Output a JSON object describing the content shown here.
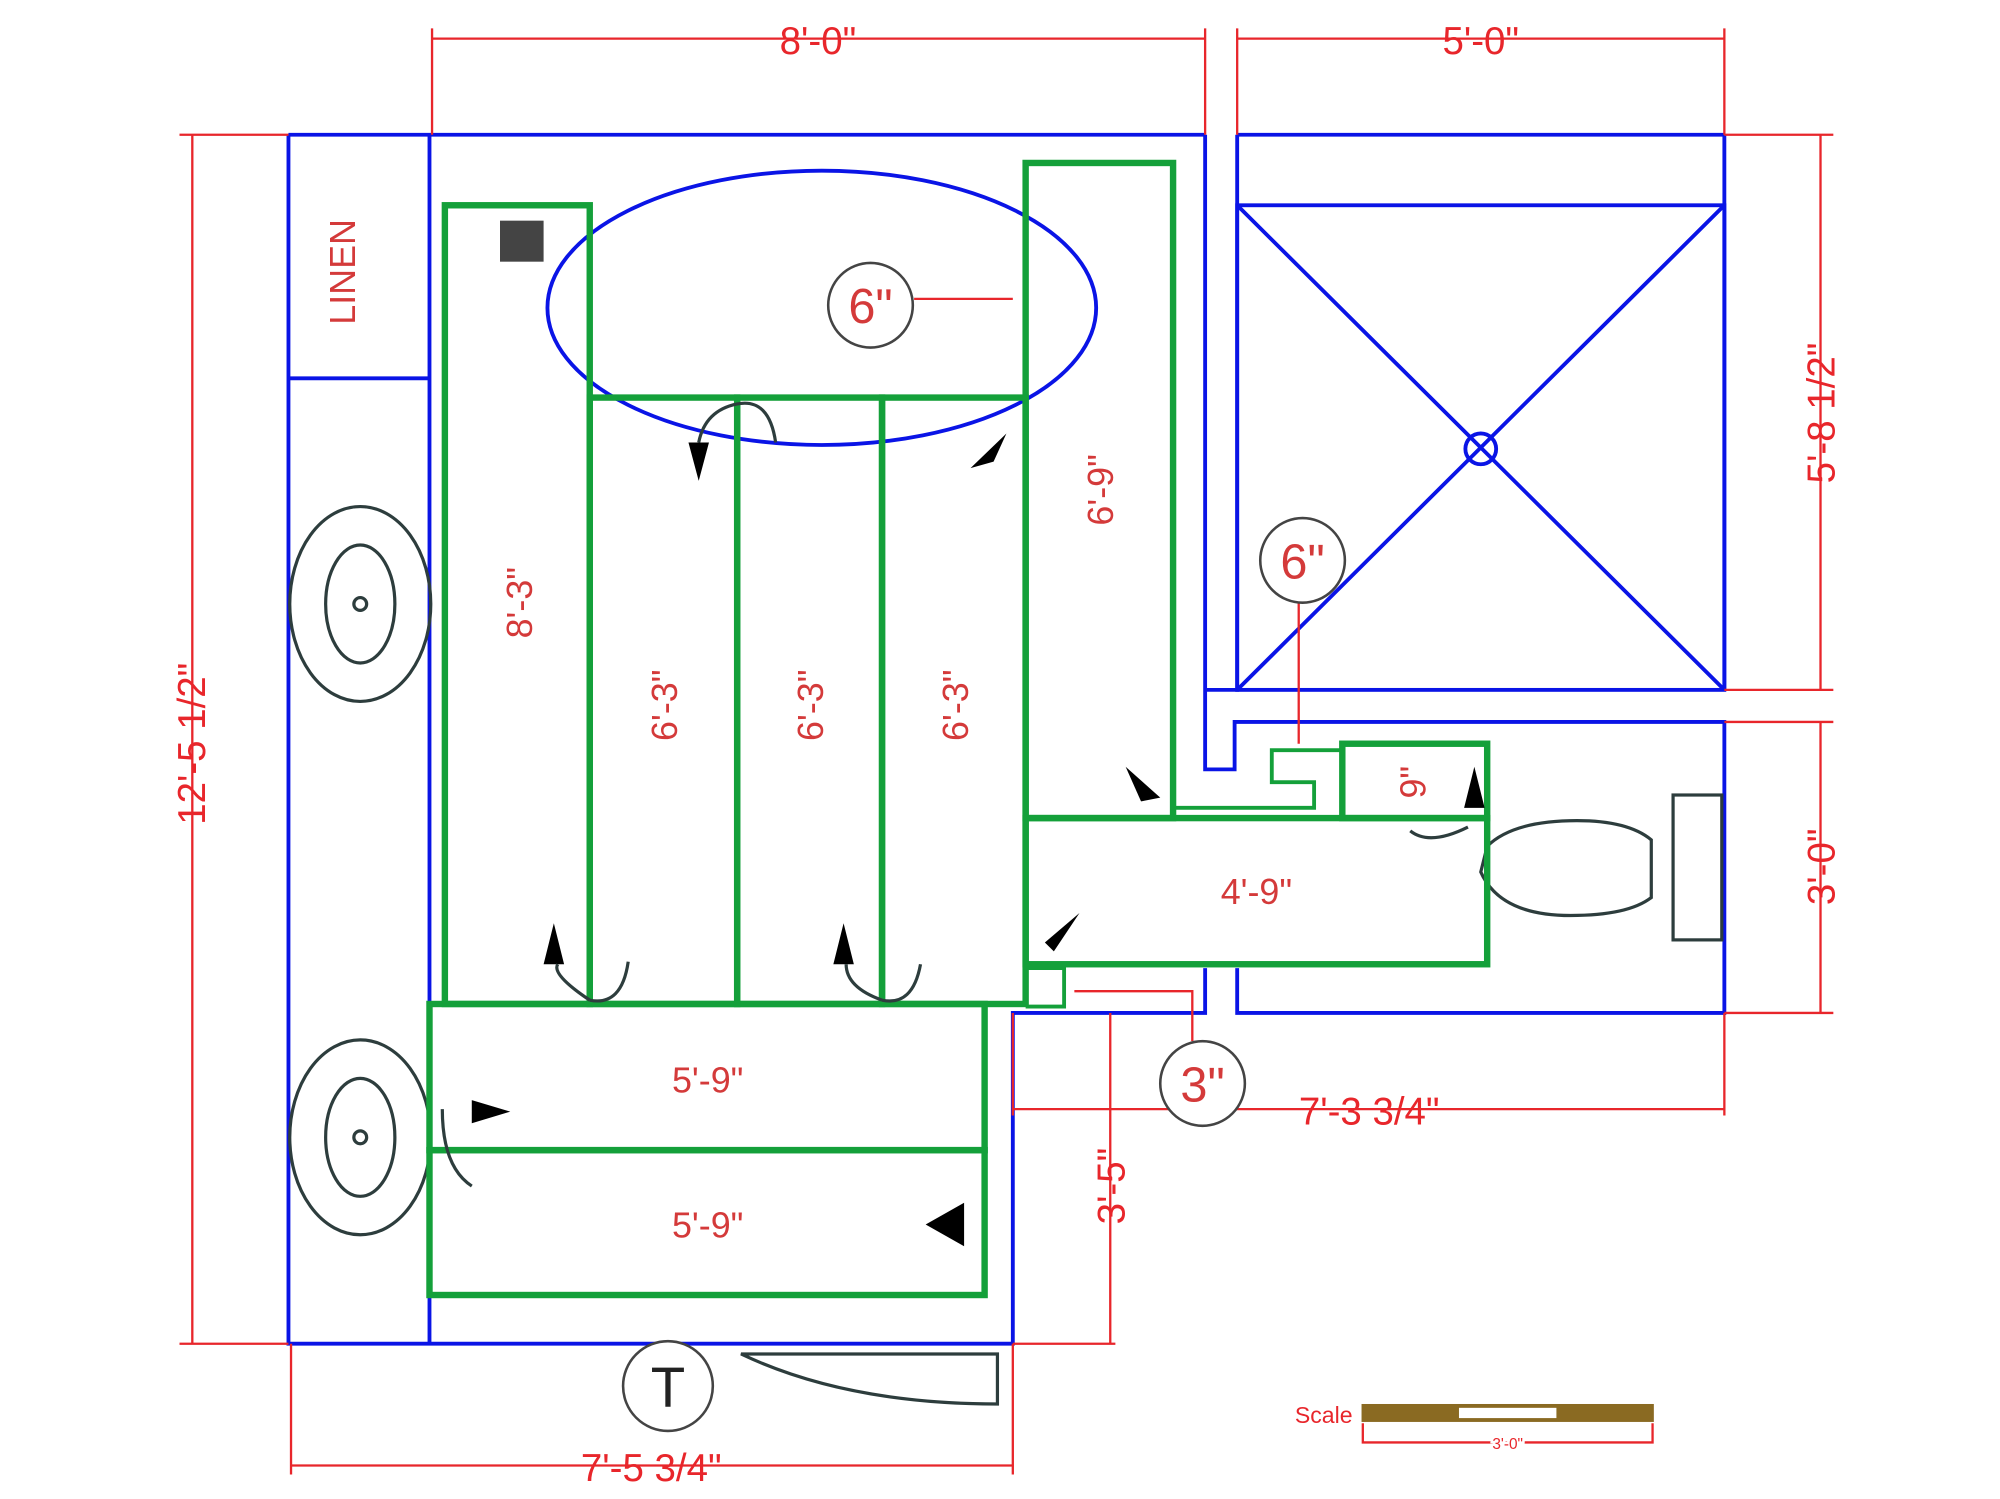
{
  "title": "Bathroom floor plan",
  "labels": {
    "linen": "LINEN",
    "cab_8_3": "8'-3\"",
    "cab_6_3_a": "6'-3\"",
    "cab_6_3_b": "6'-3\"",
    "cab_6_3_c": "6'-3\"",
    "cab_6_9": "6'-9\"",
    "cab_4_9": "4'-9\"",
    "cab_9": "9\"",
    "cab_5_9_a": "5'-9\"",
    "cab_5_9_b": "5'-9\""
  },
  "callouts": {
    "tub_offset": "6\"",
    "shower_offset": "6\"",
    "gap": "3\"",
    "thermostat": "T"
  },
  "dimensions": {
    "top_left": "8'-0\"",
    "top_right": "5'-0\"",
    "left": "12'-5 1/2\"",
    "right_upper": "5'-8 1/2\"",
    "right_lower": "3'-0\"",
    "bottom": "7'-5 3/4\"",
    "middle_horizontal": "7'-3 3/4\"",
    "middle_vertical": "3'-5\""
  },
  "scale": {
    "label": "Scale",
    "length": "3'-0\"",
    "bar_color": "#8a6a22"
  },
  "colors": {
    "walls": "#0a14e6",
    "cabinets": "#14a03a",
    "dimensions": "#e8262b"
  }
}
